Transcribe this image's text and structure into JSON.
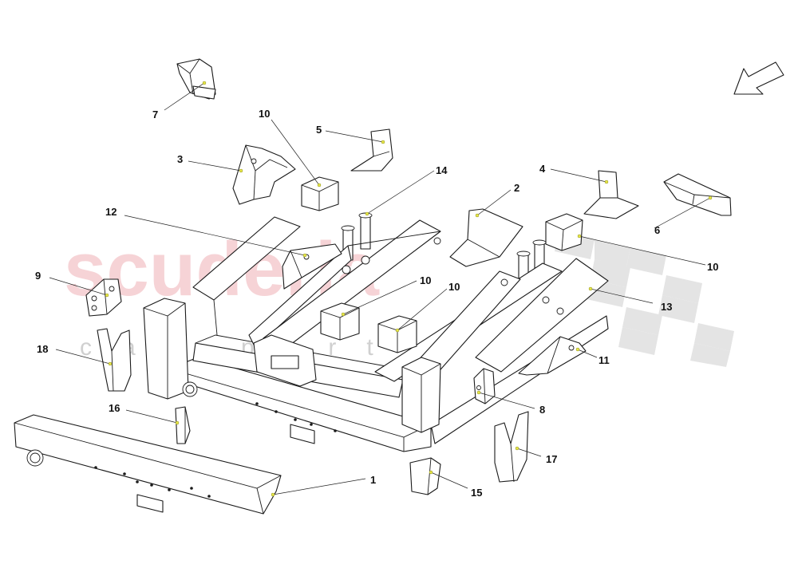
{
  "watermark": {
    "brand": "scuderia",
    "sub": "car parts"
  },
  "direction_arrow": {
    "icon": "direction-arrow-icon"
  },
  "callouts": [
    {
      "id": "1",
      "label": "1"
    },
    {
      "id": "2",
      "label": "2"
    },
    {
      "id": "3",
      "label": "3"
    },
    {
      "id": "4",
      "label": "4"
    },
    {
      "id": "5",
      "label": "5"
    },
    {
      "id": "6",
      "label": "6"
    },
    {
      "id": "7",
      "label": "7"
    },
    {
      "id": "8",
      "label": "8"
    },
    {
      "id": "9",
      "label": "9"
    },
    {
      "id": "10a",
      "label": "10"
    },
    {
      "id": "10b",
      "label": "10"
    },
    {
      "id": "10c",
      "label": "10"
    },
    {
      "id": "10d",
      "label": "10"
    },
    {
      "id": "11",
      "label": "11"
    },
    {
      "id": "12",
      "label": "12"
    },
    {
      "id": "13",
      "label": "13"
    },
    {
      "id": "14",
      "label": "14"
    },
    {
      "id": "15",
      "label": "15"
    },
    {
      "id": "16",
      "label": "16"
    },
    {
      "id": "17",
      "label": "17"
    },
    {
      "id": "18",
      "label": "18"
    }
  ]
}
